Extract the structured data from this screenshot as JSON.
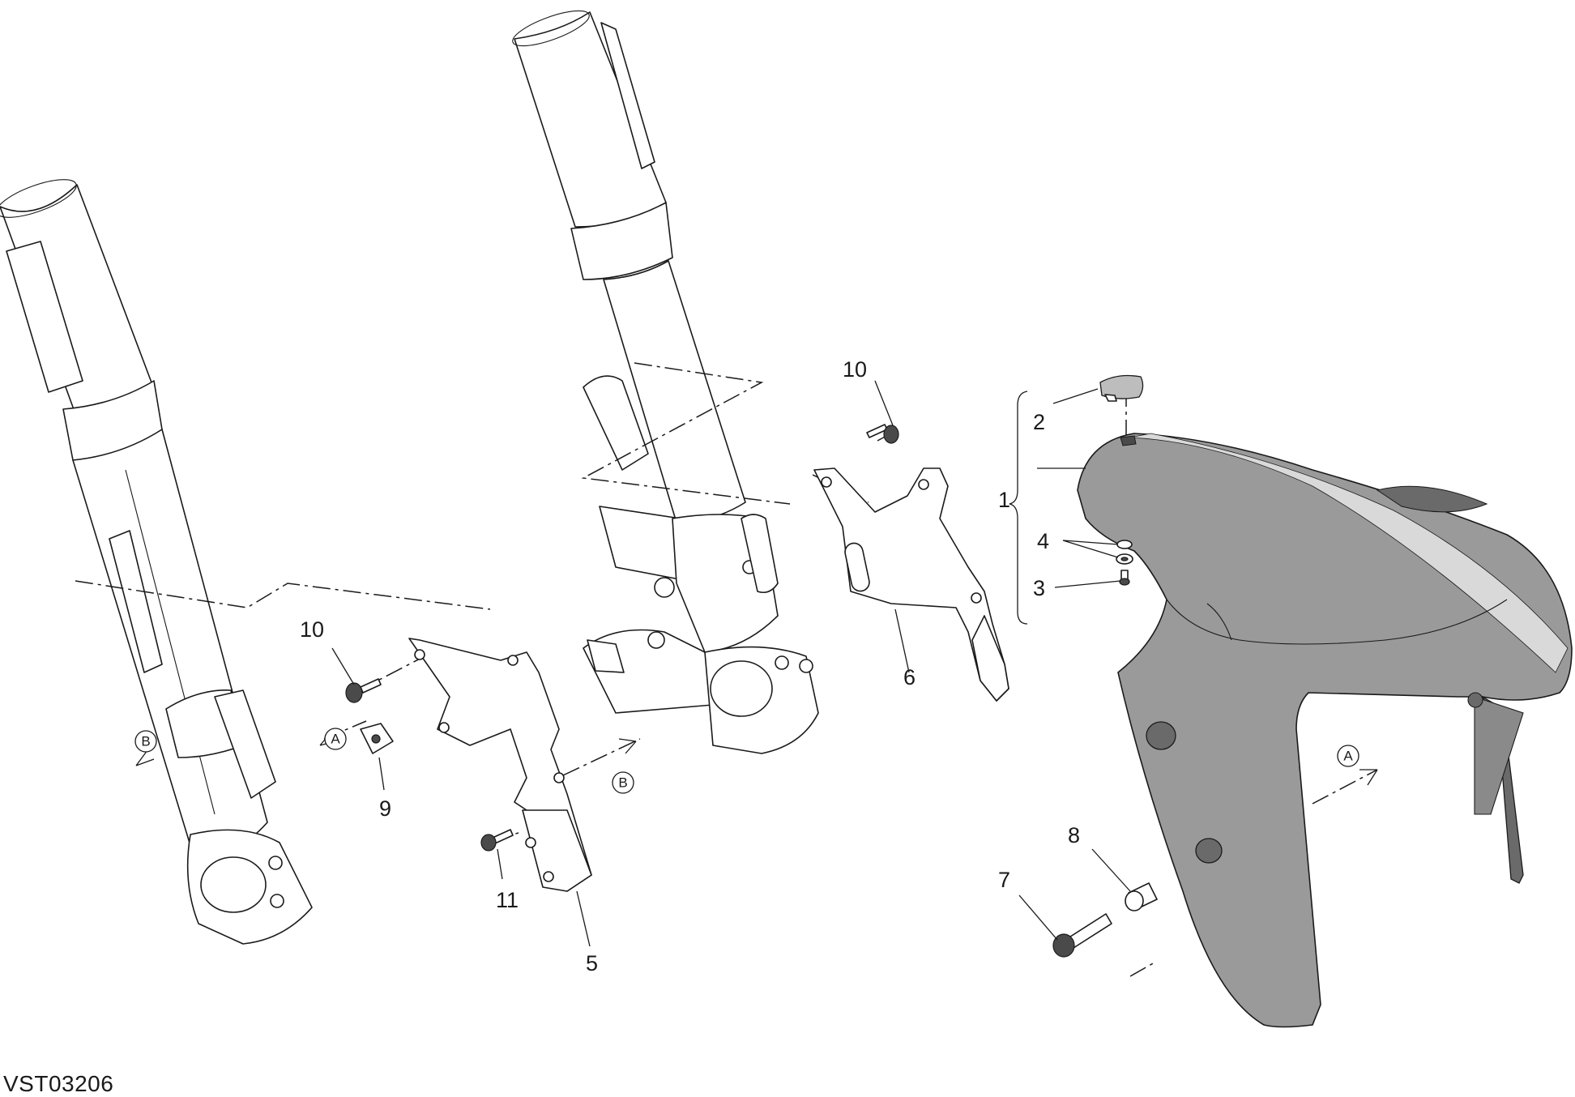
{
  "drawing_code": "VST03206",
  "callouts": {
    "c1": "1",
    "c2": "2",
    "c3": "3",
    "c4": "4",
    "c5": "5",
    "c6": "6",
    "c7": "7",
    "c8": "8",
    "c9": "9",
    "c10a": "10",
    "c10b": "10",
    "c11": "11"
  },
  "reference_marks": {
    "A_left": "A",
    "A_right": "A",
    "B_left": "B",
    "B_mid": "B"
  },
  "colors": {
    "fender_fill": "#9a9a9a",
    "fender_stripe": "#d9d9d9",
    "line": "#1a1a1a"
  }
}
